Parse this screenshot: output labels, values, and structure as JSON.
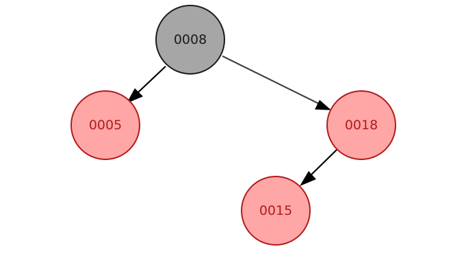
{
  "tree": {
    "nodes": [
      {
        "id": "n8",
        "label": "0008",
        "color": "black"
      },
      {
        "id": "n5",
        "label": "0005",
        "color": "red"
      },
      {
        "id": "n18",
        "label": "0018",
        "color": "red"
      },
      {
        "id": "n15",
        "label": "0015",
        "color": "red"
      }
    ],
    "edges": [
      {
        "from": "0008",
        "to": "0005"
      },
      {
        "from": "0008",
        "to": "0018"
      },
      {
        "from": "0018",
        "to": "0015"
      }
    ]
  },
  "colors": {
    "black_node_fill": "#a6a6a6",
    "black_node_stroke": "#1a1a1a",
    "black_node_text": "#1a1a1a",
    "red_node_fill": "#ffa6a6",
    "red_node_stroke": "#b31a1a",
    "red_node_text": "#b31a1a",
    "edge_color": "#000000"
  }
}
